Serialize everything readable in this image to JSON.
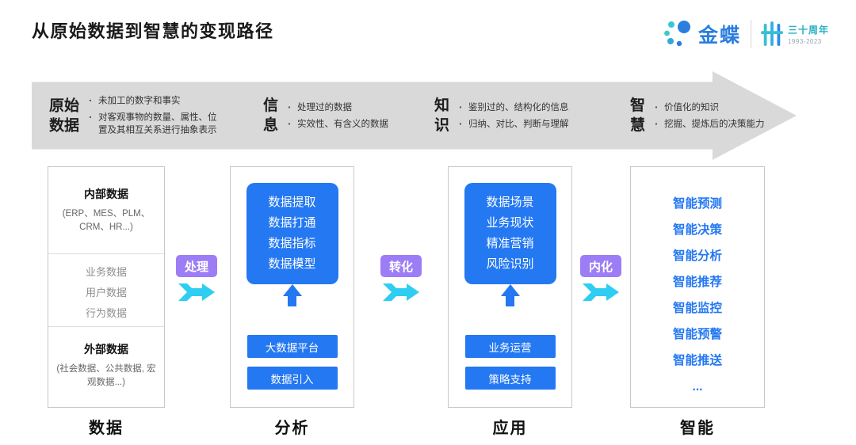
{
  "page": {
    "title": "从原始数据到智慧的变现路径"
  },
  "logo": {
    "brand": "金蝶",
    "anniversary": "三十周年",
    "years": "1993-2023"
  },
  "banner": {
    "stages": [
      {
        "label_line1": "原始",
        "label_line2": "数据",
        "bullets": [
          "未加工的数字和事实",
          "对客观事物的数量、属性、位置及其相互关系进行抽象表示"
        ]
      },
      {
        "label_line1": "信",
        "label_line2": "息",
        "bullets": [
          "处理过的数据",
          "实效性、有含义的数据"
        ]
      },
      {
        "label_line1": "知",
        "label_line2": "识",
        "bullets": [
          "鉴别过的、结构化的信息",
          "归纳、对比、判断与理解"
        ]
      },
      {
        "label_line1": "智",
        "label_line2": "慧",
        "bullets": [
          "价值化的知识",
          "挖掘、提炼后的决策能力"
        ]
      }
    ]
  },
  "connectors": [
    {
      "label": "处理"
    },
    {
      "label": "转化"
    },
    {
      "label": "内化"
    }
  ],
  "columns": {
    "data": {
      "internal_title": "内部数据",
      "internal_sub": "(ERP、MES、PLM、CRM、HR...)",
      "middle_items": [
        "业务数据",
        "用户数据",
        "行为数据"
      ],
      "external_title": "外部数据",
      "external_sub": "(社会数据、公共数据, 宏观数据...)",
      "footer": "数据"
    },
    "analysis": {
      "card_lines": [
        "数据提取",
        "数据打通",
        "数据指标",
        "数据模型"
      ],
      "buttons": [
        "大数据平台",
        "数据引入"
      ],
      "footer": "分析"
    },
    "application": {
      "card_lines": [
        "数据场景",
        "业务现状",
        "精准营销",
        "风险识别"
      ],
      "buttons": [
        "业务运营",
        "策略支持"
      ],
      "footer": "应用"
    },
    "intelligence": {
      "items": [
        "智能预测",
        "智能决策",
        "智能分析",
        "智能推荐",
        "智能监控",
        "智能预警",
        "智能推送",
        "..."
      ],
      "footer": "智能"
    }
  },
  "colors": {
    "blue": "#2478f2",
    "cyan": "#2ecdf2",
    "purple": "#9d7df5",
    "banner_gray": "#d9d9d9"
  }
}
